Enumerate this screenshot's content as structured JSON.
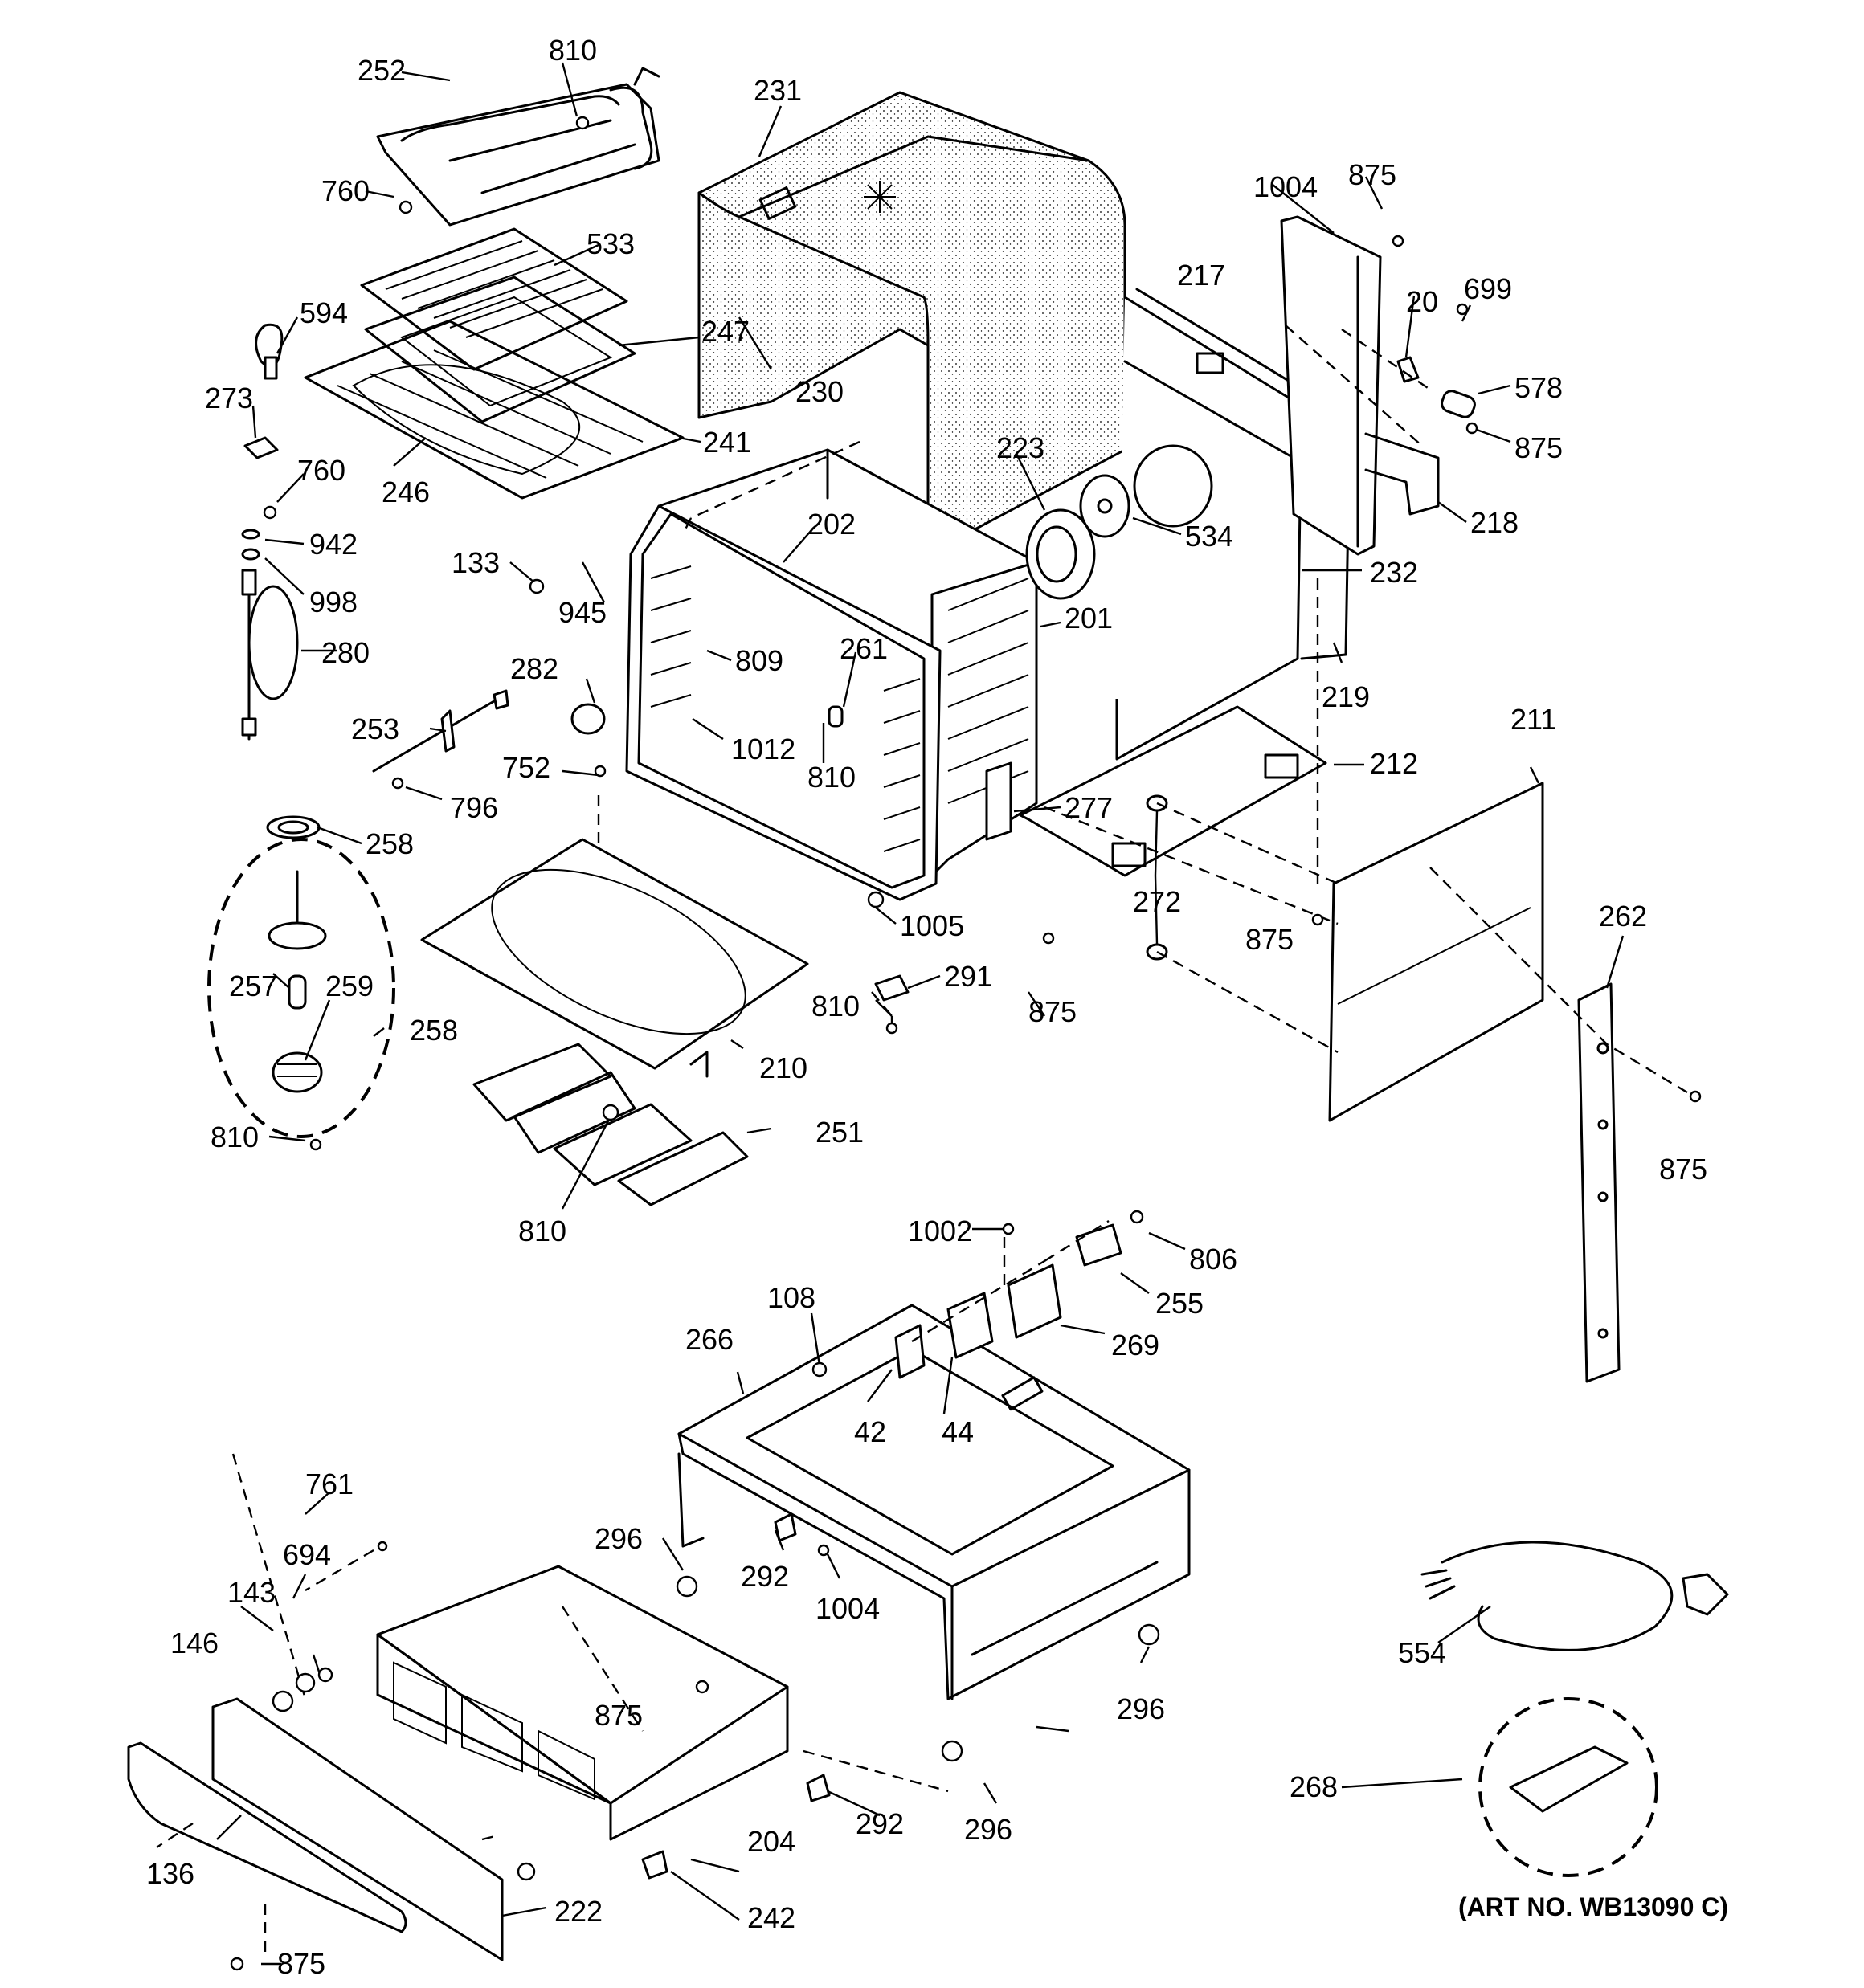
{
  "labels": {
    "l252": "252",
    "l810a": "810",
    "l231": "231",
    "l760a": "760",
    "l533": "533",
    "l594": "594",
    "l247": "247",
    "l230": "230",
    "l273": "273",
    "l241": "241",
    "l246": "246",
    "l760b": "760",
    "l942": "942",
    "l998": "998",
    "l280": "280",
    "l133": "133",
    "l202": "202",
    "l945": "945",
    "l809": "809",
    "l261": "261",
    "l282": "282",
    "l1012": "1012",
    "l810b": "810",
    "l253": "253",
    "l752": "752",
    "l796": "796",
    "l223": "223",
    "l534": "534",
    "l232": "232",
    "l201": "201",
    "l219": "219",
    "l1004a": "1004",
    "l875a": "875",
    "l217": "217",
    "l20": "20",
    "l699": "699",
    "l578": "578",
    "l875b": "875",
    "l218": "218",
    "l211": "211",
    "l212": "212",
    "l277": "277",
    "l272": "272",
    "l875c": "875",
    "l262": "262",
    "l258a": "258",
    "l257": "257",
    "l259": "259",
    "l258b": "258",
    "l810c": "810",
    "l1005": "1005",
    "l291": "291",
    "l810d": "810",
    "l875d": "875",
    "l210": "210",
    "l251": "251",
    "l810e": "810",
    "l875e": "875",
    "l1002": "1002",
    "l806": "806",
    "l255": "255",
    "l108": "108",
    "l266": "266",
    "l269": "269",
    "l42": "42",
    "l44": "44",
    "l296a": "296",
    "l292a": "292",
    "l1004b": "1004",
    "l296b": "296",
    "l296c": "296",
    "l761": "761",
    "l694": "694",
    "l143": "143",
    "l146": "146",
    "l875f": "875",
    "l292b": "292",
    "l204": "204",
    "l136": "136",
    "l222": "222",
    "l242": "242",
    "l875g": "875",
    "l554": "554",
    "l268": "268"
  },
  "art_number": "(ART NO. WB13090 C)"
}
